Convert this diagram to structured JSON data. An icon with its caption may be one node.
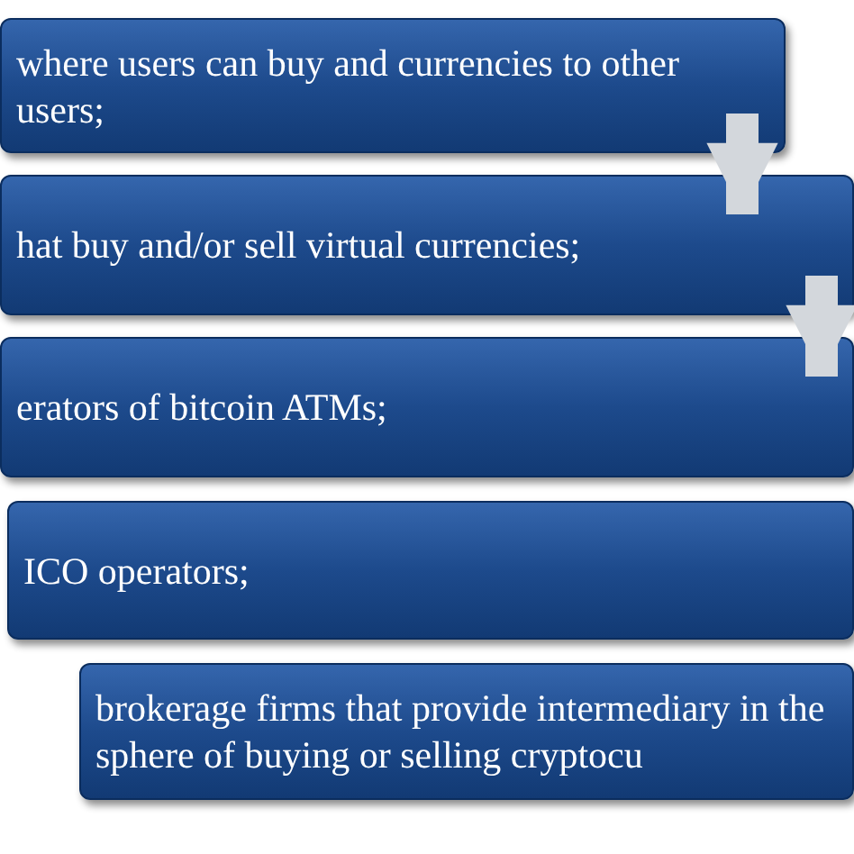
{
  "diagram": {
    "nodes": [
      {
        "text": [
          "where users can buy and currencies to other users;"
        ]
      },
      {
        "text": [
          "hat buy and/or sell virtual currencies;"
        ]
      },
      {
        "text": [
          "erators of bitcoin ATMs;"
        ]
      },
      {
        "text": [
          "ICO operators;"
        ]
      },
      {
        "text": [
          "brokerage firms that provide intermediary in the sphere of buying or selling cryptocu"
        ]
      }
    ],
    "edges": [
      {
        "from": 0,
        "to": 1,
        "arrow": "to"
      },
      {
        "from": 1,
        "to": 2,
        "arrow": "to"
      }
    ]
  }
}
